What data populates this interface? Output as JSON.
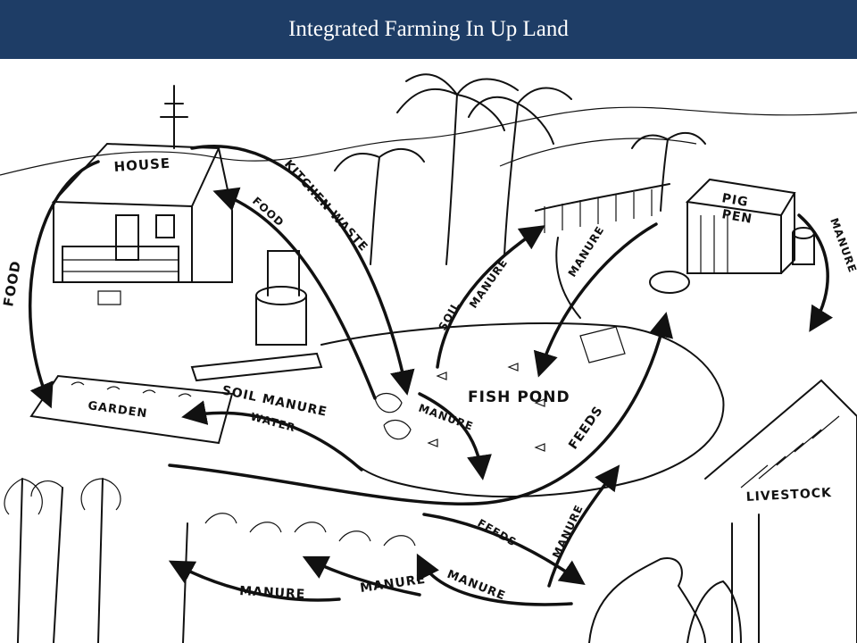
{
  "header": {
    "title": "Integrated Farming In Up Land"
  },
  "colors": {
    "header_bg": "#1e3d66",
    "header_text": "#ffffff",
    "ink": "#111111"
  },
  "labels": {
    "house": "HOUSE",
    "kitchen_waste": "KITCHEN WASTE",
    "food_house": "FOOD",
    "food_left": "FOOD",
    "garden": "GARDEN",
    "soil_manure_garden": "SOIL MANURE",
    "water": "WATER",
    "soil": "SOIL",
    "manure_soil": "MANURE",
    "manure_fence": "MANURE",
    "pig_pen_1": "PIG",
    "pig_pen_2": "PEN",
    "manure_pig": "MANURE",
    "fish_pond": "FISH POND",
    "manure_pond": "MANURE",
    "feeds_pond": "FEEDS",
    "livestock": "LIVESTOCK",
    "manure_livestock": "MANURE",
    "feeds_crops": "FEEDS",
    "manure_bottom_1": "MANURE",
    "manure_bottom_2": "MANURE",
    "manure_bottom_3": "MANURE"
  }
}
